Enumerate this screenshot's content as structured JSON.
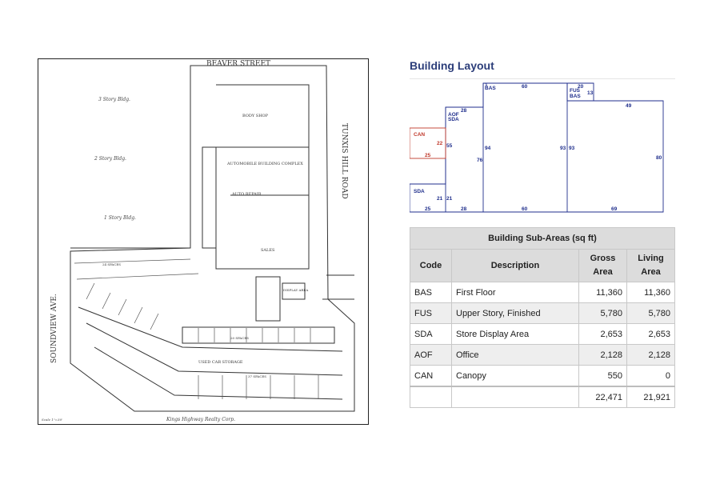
{
  "site_plan": {
    "street_north": "BEAVER STREET",
    "street_east": "TUNXIS HILL ROAD",
    "street_west": "SOUNDVIEW AVE.",
    "labels": {
      "body_shop": "BODY SHOP",
      "auto_building": "AUTOMOBILE BUILDING COMPLEX",
      "auto_repair": "AUTO REPAIR",
      "sales": "SALES",
      "display_area": "DISPLAY AREA",
      "used_car_storage": "USED CAR STORAGE",
      "spaces_a": "24 SPACES",
      "spaces_b": "20 SPACES",
      "spaces_c": "37 SPACES"
    },
    "handwriting": {
      "top": "3 Story Bldg.",
      "middle": "2 Story Bldg.",
      "bottom": "1 Story Bldg.",
      "owner": "Kings Highway Realty Corp.",
      "scale": "Scale 1\"=30'"
    }
  },
  "building_layout": {
    "title": "Building Layout",
    "areas": {
      "bas_top": "BAS",
      "fus": "FUS",
      "bas_right": "BAS",
      "aof": "AOF",
      "sda_top": "SDA",
      "can": "CAN",
      "sda_bottom": "SDA"
    },
    "dimensions": {
      "d1": "1",
      "d60_top": "60",
      "d20": "20",
      "d13": "13",
      "d49": "49",
      "d28_top": "28",
      "d22": "22",
      "d55": "55",
      "d25_can": "25",
      "d94": "94",
      "d93a": "93",
      "d93b": "93",
      "d76": "76",
      "d80": "80",
      "d21a": "21",
      "d21b": "21",
      "d25_bottom": "25",
      "d28_bottom": "28",
      "d60_bottom": "60",
      "d69": "69"
    },
    "colors": {
      "outline": "#1f2e8c",
      "canopy": "#c0392b"
    }
  },
  "subareas": {
    "title": "Building Sub-Areas (sq ft)",
    "headers": {
      "code": "Code",
      "description": "Description",
      "gross_line1": "Gross",
      "gross_line2": "Area",
      "living_line1": "Living",
      "living_line2": "Area"
    },
    "rows": [
      {
        "code": "BAS",
        "description": "First Floor",
        "gross": "11,360",
        "living": "11,360"
      },
      {
        "code": "FUS",
        "description": "Upper Story, Finished",
        "gross": "5,780",
        "living": "5,780"
      },
      {
        "code": "SDA",
        "description": "Store Display Area",
        "gross": "2,653",
        "living": "2,653"
      },
      {
        "code": "AOF",
        "description": "Office",
        "gross": "2,128",
        "living": "2,128"
      },
      {
        "code": "CAN",
        "description": "Canopy",
        "gross": "550",
        "living": "0"
      }
    ],
    "totals": {
      "gross": "22,471",
      "living": "21,921"
    }
  }
}
